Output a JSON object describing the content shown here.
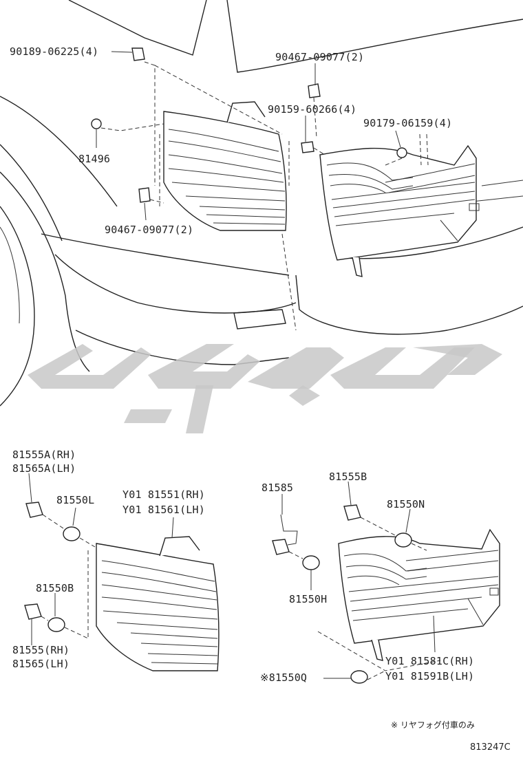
{
  "labels": {
    "p90189": "90189-06225(4)",
    "p90467a": "90467-09077(2)",
    "p90159": "90159-60266(4)",
    "p90179": "90179-06159(4)",
    "p81496": "81496",
    "p90467b": "90467-09077(2)",
    "p81555a_rh": "81555A(RH)",
    "p81565a_lh": "81565A(LH)",
    "p81550l": "81550L",
    "p81551_rh": "Y01 81551(RH)",
    "p81561_lh": "Y01 81561(LH)",
    "p81550b": "81550B",
    "p81555_rh": "81555(RH)",
    "p81565_lh": "81565(LH)",
    "p81585": "81585",
    "p81555b": "81555B",
    "p81550n": "81550N",
    "p81550h": "81550H",
    "p81581c_rh": "Y01 81581C(RH)",
    "p81591b_lh": "Y01 81591B(LH)",
    "p81550q": "※81550Q"
  },
  "footnote": "※ リヤフォグ付車のみ",
  "diagram_code": "813247C",
  "watermark_color": "#c8c8c8"
}
